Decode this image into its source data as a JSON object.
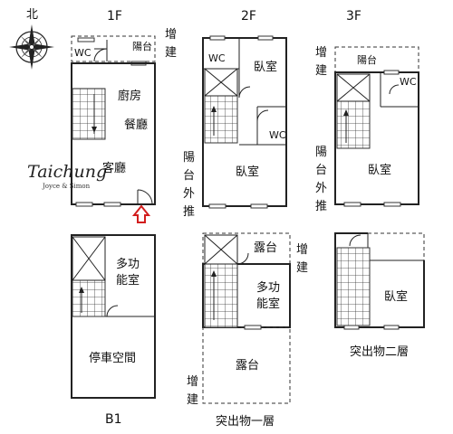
{
  "compass": {
    "north": "北"
  },
  "brand": {
    "title": "Taichung",
    "subtitle": "Joyce & Simon"
  },
  "floors": {
    "f1": {
      "label": "1F",
      "rooms": {
        "balcony": "陽台",
        "wc": "WC",
        "kitchen": "廚房",
        "dining": "餐廳",
        "living": "客廳"
      },
      "addition_chars": [
        "增",
        "建"
      ]
    },
    "f2": {
      "label": "2F",
      "rooms": {
        "wc_top": "WC",
        "bedroom_top": "臥室",
        "wc_mid": "WC",
        "bedroom_main": "臥室"
      },
      "balcony_push_chars": [
        "陽",
        "台",
        "外",
        "推"
      ]
    },
    "f3": {
      "label": "3F",
      "rooms": {
        "balcony": "陽台",
        "wc": "WC",
        "bedroom": "臥室"
      },
      "addition_chars": [
        "增",
        "建"
      ],
      "balcony_push_chars": [
        "陽",
        "台",
        "外",
        "推"
      ]
    },
    "b1": {
      "label": "B1",
      "rooms": {
        "multi_1": "多功",
        "multi_2": "能室",
        "parking": "停車空間"
      }
    },
    "roof1": {
      "label": "突出物一層",
      "rooms": {
        "terrace_top": "露台",
        "multi_1": "多功",
        "multi_2": "能室",
        "terrace_bottom": "露台"
      },
      "addition_top_chars": [
        "增",
        "建"
      ],
      "addition_bottom_chars": [
        "增",
        "建"
      ]
    },
    "roof2": {
      "label": "突出物二層",
      "rooms": {
        "bedroom": "臥室"
      }
    }
  },
  "colors": {
    "entrance_arrow": "#d21e1e",
    "line": "#222222"
  }
}
